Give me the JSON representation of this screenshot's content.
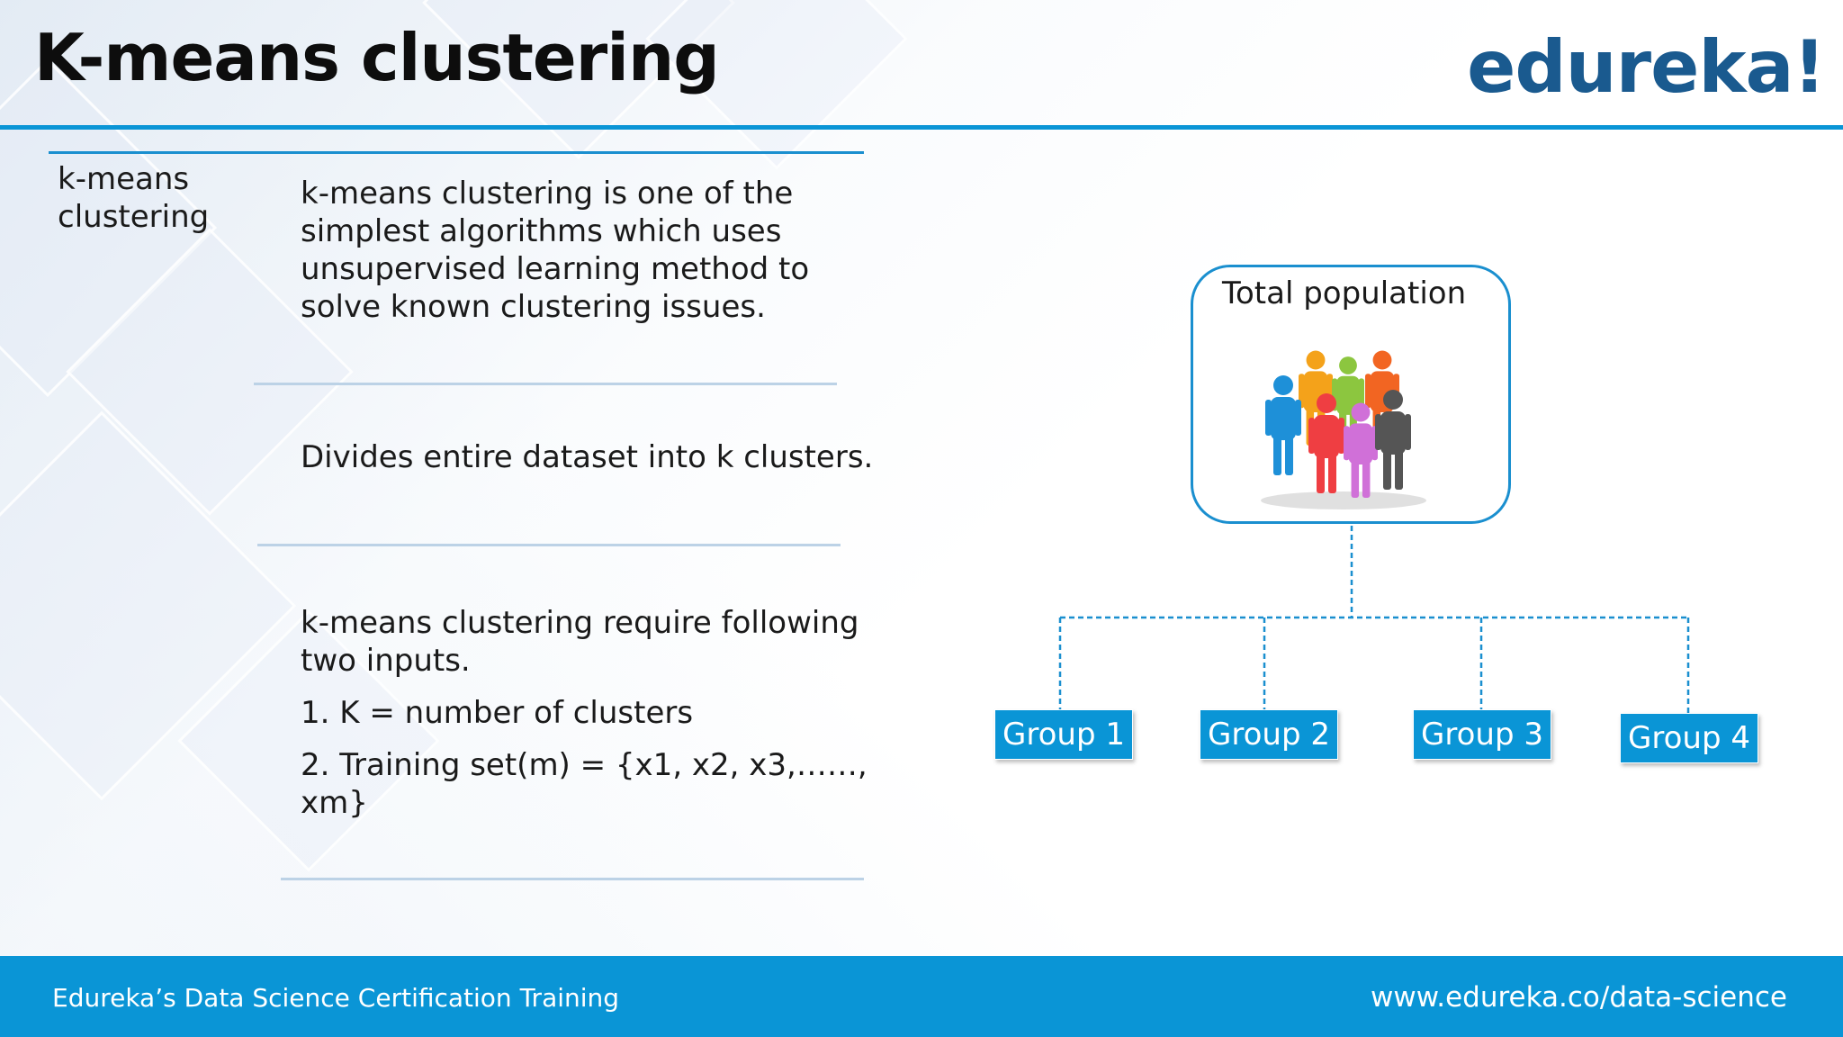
{
  "slide": {
    "title": "K-means clustering",
    "logo": "edureka!"
  },
  "table": {
    "term": "k-means clustering",
    "rows": [
      {
        "lines": [
          "k-means clustering is one of the",
          "simplest algorithms which uses",
          "unsupervised learning method to",
          "solve known clustering issues."
        ]
      },
      {
        "lines": [
          "Divides entire dataset into k clusters."
        ]
      },
      {
        "lines": [
          "k-means clustering require following",
          "two inputs."
        ],
        "items": [
          "1. K = number of clusters",
          "2. Training set(m) = {x1, x2, x3,……, xm}"
        ]
      }
    ]
  },
  "diagram": {
    "root_label": "Total population",
    "people_icon": "people-group-icon",
    "person_colors": [
      "#1e90d8",
      "#f4a21a",
      "#8cc63f",
      "#f26522",
      "#ef3e42",
      "#d070d8",
      "#555555"
    ],
    "groups": [
      "Group 1",
      "Group 2",
      "Group 3",
      "Group 4"
    ]
  },
  "footer": {
    "left": "Edureka’s Data Science Certification Training",
    "right": "www.edureka.co/data-science"
  },
  "colors": {
    "accent": "#0a95d6",
    "logo": "#1a5a8f"
  }
}
